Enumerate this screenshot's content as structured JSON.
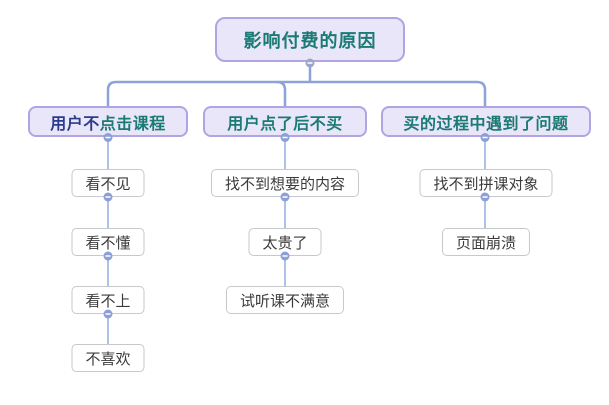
{
  "diagram": {
    "type": "mindmap-tree",
    "root": {
      "title": "影响付费的原因"
    },
    "branches": [
      {
        "label_navy_part": "用户不",
        "label_teal_part": "点击课程",
        "children": [
          "看不见",
          "看不懂",
          "看不上",
          "不喜欢"
        ]
      },
      {
        "label_navy_part": "",
        "label_teal_part": "用户点了后不买",
        "children": [
          "找不到想要的内容",
          "太贵了",
          "试听课不满意"
        ]
      },
      {
        "label_navy_part": "",
        "label_teal_part": "买的过程中遇到了问题",
        "children": [
          "找不到拼课对象",
          "页面崩溃"
        ]
      }
    ],
    "colors": {
      "node_fill_lavender": "#eae6f9",
      "node_border_purple": "#b2a3e3",
      "root_text_teal": "#1a7a74",
      "branch_text_navy": "#2c3c8c",
      "child_fill": "#ffffff",
      "child_border": "#c8c9cd",
      "child_text": "#3b3b3b",
      "connector_thick": "#8ba3d6",
      "connector_thin": "#aec1ea",
      "collapse_dot": "#8c9fd9"
    }
  }
}
